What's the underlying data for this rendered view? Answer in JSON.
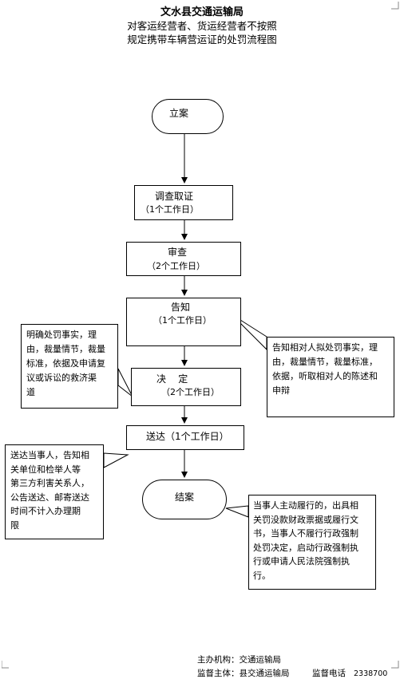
{
  "header": {
    "title": "文水县交通运输局",
    "subtitle_line1": "对客运经营者、货运经营者不按照",
    "subtitle_line2": "规定携带车辆营运证的处罚流程图"
  },
  "flow": {
    "start": "立案",
    "step1_name": "调查取证",
    "step1_time": "（1个工作日）",
    "step2_name": "审查",
    "step2_time": "（2个工作日）",
    "step3_name": "告知",
    "step3_time": "（1个工作日）",
    "step4_name": "决    定",
    "step4_time": "（2个工作日）",
    "step5_name": "送达（1个工作日）",
    "end": "结案"
  },
  "notes": {
    "decision_basis": "明确处罚事实，理\n由，裁量情节，裁量\n标准，依据及申请复\n议或诉讼的救济渠\n道",
    "notice_content": "告知相对人拟处罚事实，理\n由，裁量情节，裁量标准，\n依据，听取相对人的陈述和\n申辩",
    "delivery": "送达当事人，告知相\n关单位和检举人等\n第三方利害关系人，\n公告送达、邮寄送达\n时间不计入办理期\n限",
    "closing": "当事人主动履行的，出具相\n关罚没款财政票据或履行文\n书，当事人不履行行政强制\n处罚决定，启动行政强制执\n行或申请人民法院强制执\n行。"
  },
  "footer": {
    "organizer": "主办机构：交通运输局",
    "supervisor": "监督主体：县交通运输局",
    "phone_label": "监督电话",
    "phone": "2338700"
  }
}
